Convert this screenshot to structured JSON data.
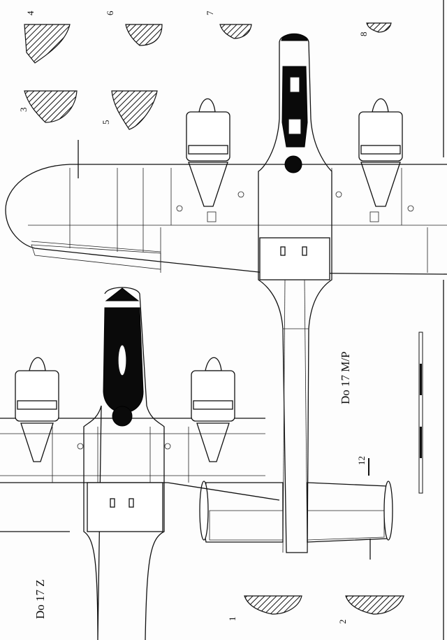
{
  "labels": {
    "aircraft_top": "Do 17 M/P",
    "aircraft_bottom": "Do 17 Z"
  },
  "section_numbers": [
    "1",
    "2",
    "3",
    "4",
    "5",
    "6",
    "7",
    "8",
    "12"
  ]
}
